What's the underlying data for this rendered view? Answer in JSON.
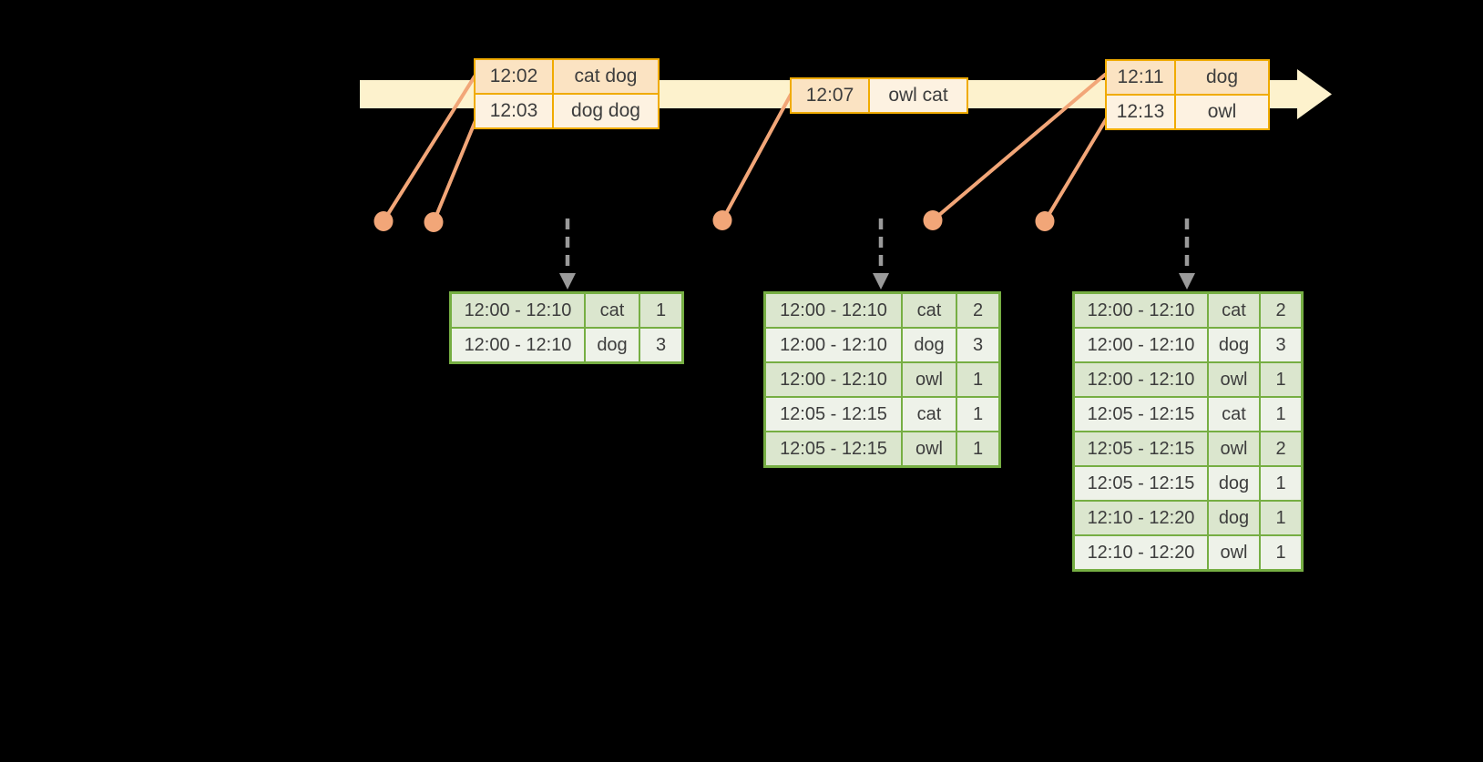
{
  "colors": {
    "background": "#000000",
    "text": "#3d3d3d",
    "band": "#fdf2cd",
    "event-border": "#f0ab00",
    "event-row-odd": "#fbe3c2",
    "event-row-even": "#fdf2e1",
    "marker": "#f2a678",
    "arrow": "#9a9a9a",
    "result-border": "#76ae43",
    "result-row-odd": "#dbe6ce",
    "result-row-even": "#eef2e9"
  },
  "timeline": {
    "event_boxes": [
      {
        "rows": [
          [
            "12:02",
            "cat dog"
          ],
          [
            "12:03",
            "dog dog"
          ]
        ]
      },
      {
        "rows": [
          [
            "12:07",
            "owl cat"
          ]
        ]
      },
      {
        "rows": [
          [
            "12:11",
            "dog"
          ],
          [
            "12:13",
            "owl"
          ]
        ]
      }
    ]
  },
  "result_tables": [
    {
      "rows": [
        [
          "12:00 - 12:10",
          "cat",
          "1"
        ],
        [
          "12:00 - 12:10",
          "dog",
          "3"
        ]
      ]
    },
    {
      "rows": [
        [
          "12:00 - 12:10",
          "cat",
          "2"
        ],
        [
          "12:00 - 12:10",
          "dog",
          "3"
        ],
        [
          "12:00 - 12:10",
          "owl",
          "1"
        ],
        [
          "12:05 - 12:15",
          "cat",
          "1"
        ],
        [
          "12:05 - 12:15",
          "owl",
          "1"
        ]
      ]
    },
    {
      "rows": [
        [
          "12:00 - 12:10",
          "cat",
          "2"
        ],
        [
          "12:00 - 12:10",
          "dog",
          "3"
        ],
        [
          "12:00 - 12:10",
          "owl",
          "1"
        ],
        [
          "12:05 - 12:15",
          "cat",
          "1"
        ],
        [
          "12:05 - 12:15",
          "owl",
          "2"
        ],
        [
          "12:05 - 12:15",
          "dog",
          "1"
        ],
        [
          "12:10 - 12:20",
          "dog",
          "1"
        ],
        [
          "12:10 - 12:20",
          "owl",
          "1"
        ]
      ]
    }
  ]
}
